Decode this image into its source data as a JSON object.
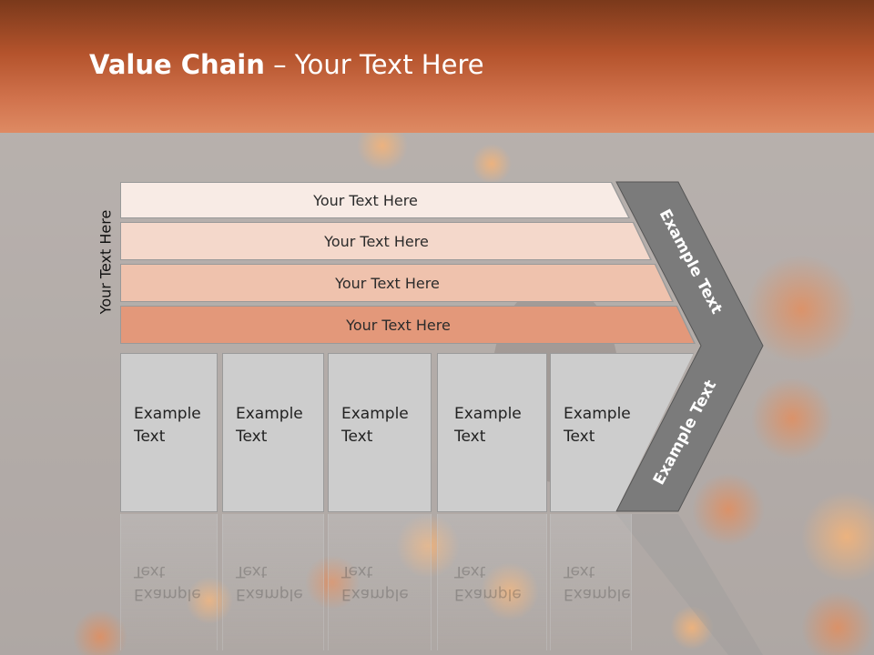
{
  "title": {
    "bold": "Value Chain",
    "rest": " – Your Text Here"
  },
  "y_axis_label": "Your Text Here",
  "bands": [
    {
      "label": "Your Text Here",
      "color": "#f8ebe5"
    },
    {
      "label": "Your Text Here",
      "color": "#f4d8cb"
    },
    {
      "label": "Your Text Here",
      "color": "#efc2ad"
    },
    {
      "label": "Your Text Here",
      "color": "#e3987a"
    }
  ],
  "columns": [
    {
      "line1": "Example",
      "line2": "Text"
    },
    {
      "line1": "Example",
      "line2": "Text"
    },
    {
      "line1": "Example",
      "line2": "Text"
    },
    {
      "line1": "Example",
      "line2": "Text"
    },
    {
      "line1": "Example",
      "line2": "Text"
    }
  ],
  "chevron": {
    "upper_label": "Example Text",
    "lower_label": "Example Text",
    "color": "#7b7b7b"
  },
  "colors": {
    "header": "#b4532c",
    "column_fill": "#cdcdcd"
  }
}
